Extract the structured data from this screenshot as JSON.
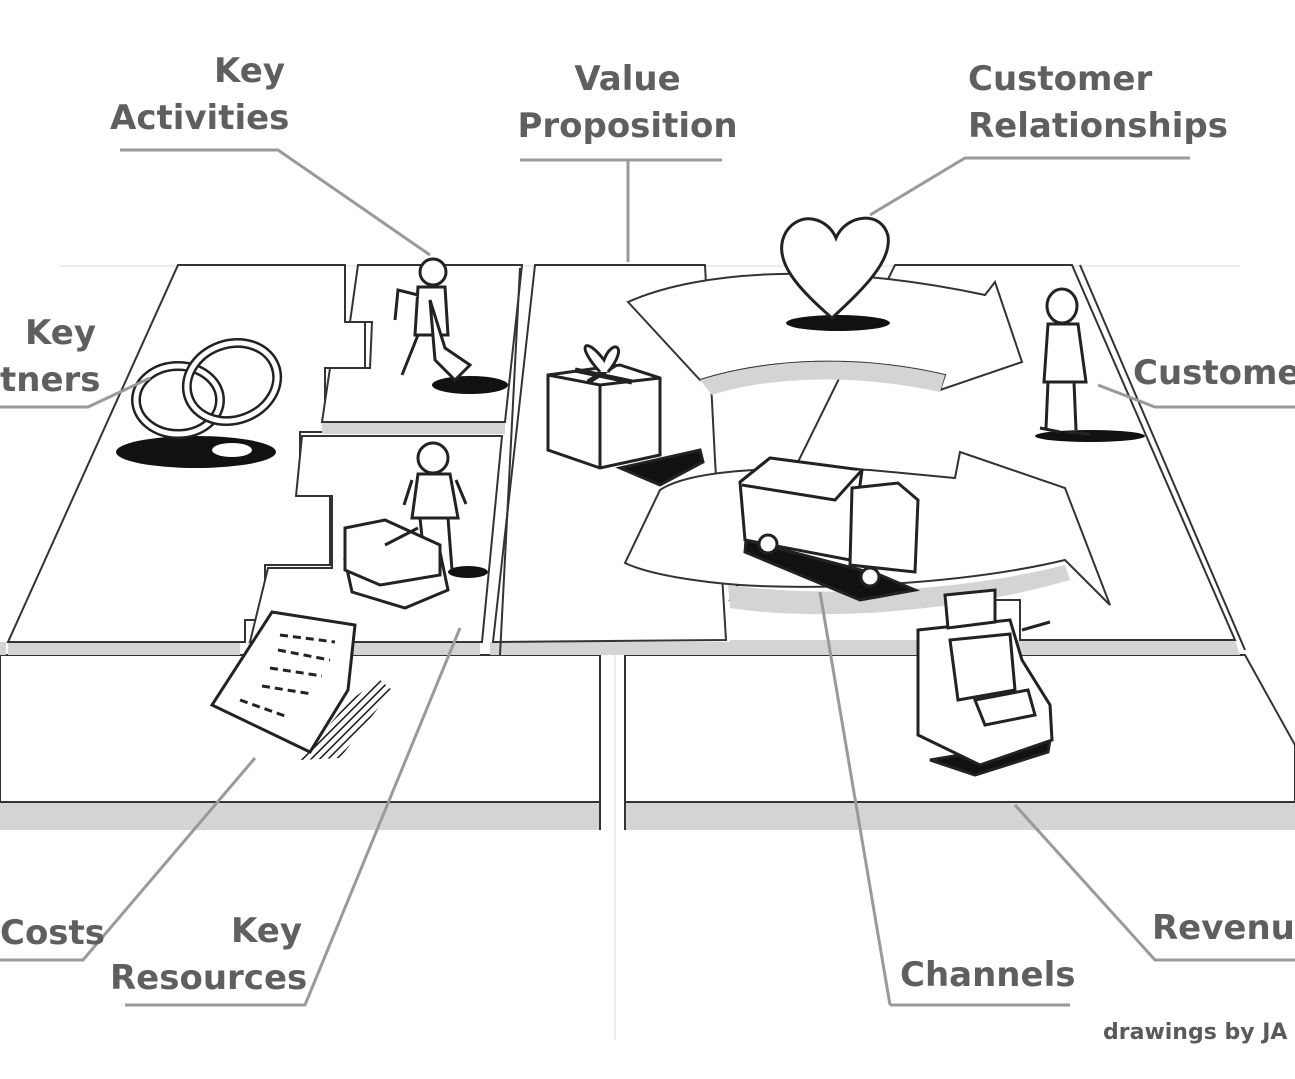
{
  "labels": {
    "key_activities": [
      "Key",
      "Activities"
    ],
    "value_proposition": [
      "Value",
      "Proposition"
    ],
    "customer_relationships": [
      "Customer",
      "Relationships"
    ],
    "key_partners": [
      "Key",
      "tners"
    ],
    "customer_segments": "Custome",
    "cost_structure": "Costs",
    "key_resources": [
      "Key",
      "Resources"
    ],
    "channels": "Channels",
    "revenue_streams": "Revenue"
  },
  "credit": "drawings by JA",
  "colors": {
    "label_text": "#5f5f5f",
    "leader_line": "#9a9a9a",
    "block_face": "#ffffff",
    "block_edge": "#d4d4d4",
    "ink": "#1a1a1a"
  },
  "icons": [
    "wedding-rings-icon",
    "digging-worker-icon",
    "worker-with-machine-icon",
    "gift-box-icon",
    "heart-icon",
    "standing-customer-icon",
    "delivery-truck-icon",
    "invoice-paper-icon",
    "cash-register-icon"
  ]
}
